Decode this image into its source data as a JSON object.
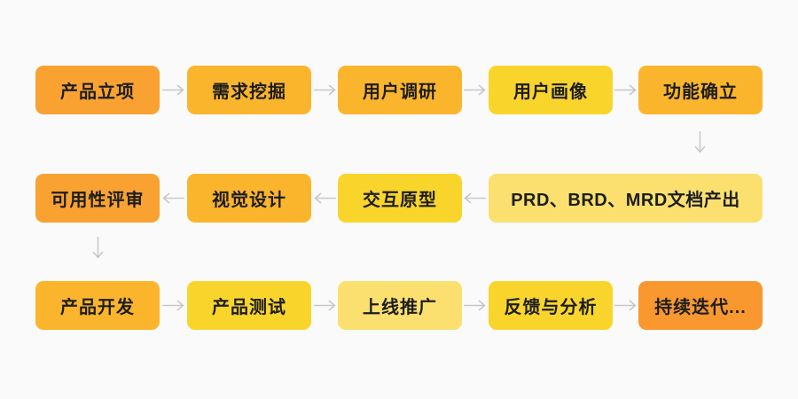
{
  "diagram": {
    "title_semantic": "product-development-flowchart",
    "background": "#FAFAFA",
    "text_color": "#1D1D1F",
    "arrow_color": "#C7C7C7",
    "palette": {
      "orange": "#F9A232",
      "amber": "#FBB52C",
      "yellow": "#F9D52C",
      "pale_yellow": "#FBE06F",
      "deep_orange": "#F8982F"
    },
    "rows": [
      {
        "direction": "right",
        "boxes": [
          {
            "label": "产品立项",
            "color": "#F9A232"
          },
          {
            "label": "需求挖掘",
            "color": "#FBB52C"
          },
          {
            "label": "用户调研",
            "color": "#FBB52C"
          },
          {
            "label": "用户画像",
            "color": "#F9D52C"
          },
          {
            "label": "功能确立",
            "color": "#FBB52C"
          }
        ]
      },
      {
        "direction": "left",
        "boxes": [
          {
            "label": "可用性评审",
            "color": "#F9A232"
          },
          {
            "label": "视觉设计",
            "color": "#FBB52C"
          },
          {
            "label": "交互原型",
            "color": "#F9D52C"
          },
          {
            "label": "PRD、BRD、MRD文档产出",
            "color": "#FBE06F"
          }
        ]
      },
      {
        "direction": "right",
        "boxes": [
          {
            "label": "产品开发",
            "color": "#FBB52C"
          },
          {
            "label": "产品测试",
            "color": "#F9D52C"
          },
          {
            "label": "上线推广",
            "color": "#FBE06F"
          },
          {
            "label": "反馈与分析",
            "color": "#F9D52C"
          },
          {
            "label": "持续迭代...",
            "color": "#F8982F"
          }
        ]
      }
    ]
  }
}
